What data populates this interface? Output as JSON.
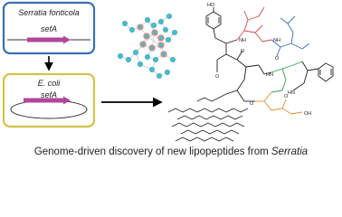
{
  "boxes": {
    "top": {
      "organism": "Serratia fonticola",
      "gene": "sefA",
      "border_color": "#3a6fb5"
    },
    "bottom": {
      "organism": "E. coli",
      "gene": "sefA",
      "border_color": "#d4c24a"
    }
  },
  "colors": {
    "gene_arrow": "#b0479a",
    "network_node": "#4db8c8",
    "network_hub": "#e08a80",
    "network_edge": "#b8b8b8",
    "peptide_green": "#3a9a4a",
    "peptide_red": "#d04a4a",
    "peptide_blue": "#3a6fb5",
    "peptide_orange": "#d99030"
  },
  "chem_labels": {
    "ho": "HO",
    "nh1": "NH",
    "nh2": "NH",
    "hn1": "HN",
    "hn2": "HN",
    "o1": "O",
    "o2": "O",
    "o3": "O",
    "o4": "O",
    "o5": "O",
    "oh": "OH"
  },
  "caption": {
    "prefix": "Genome-driven discovery of new lipopeptides from ",
    "genus": "Serratia"
  }
}
